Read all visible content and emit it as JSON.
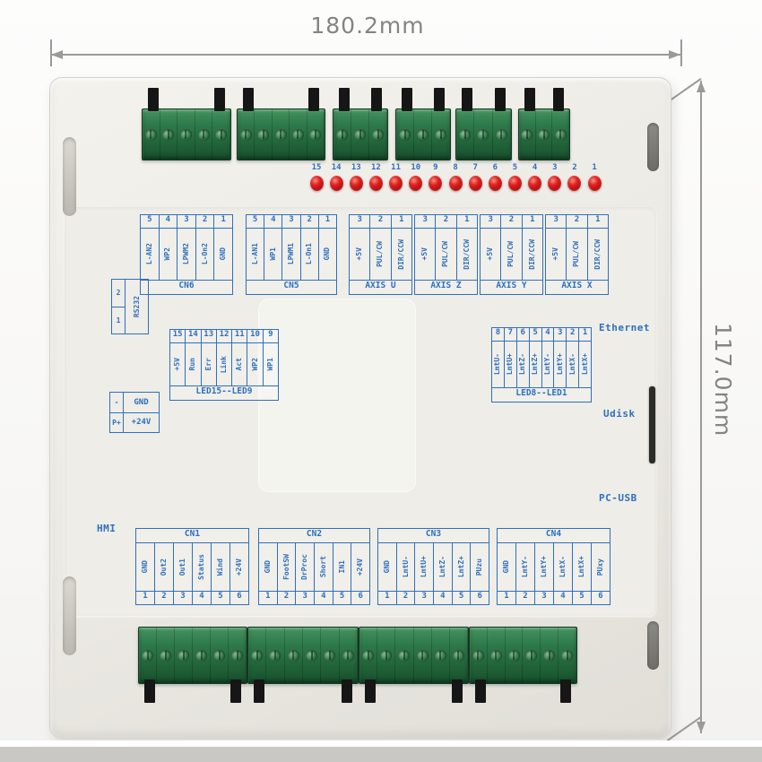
{
  "dimensions": {
    "width": "180.2mm",
    "height": "117.0mm"
  },
  "led_row": {
    "numbers": [
      "15",
      "14",
      "13",
      "12",
      "11",
      "10",
      "9",
      "8",
      "7",
      "6",
      "5",
      "4",
      "3",
      "2",
      "1"
    ]
  },
  "blocks_top": [
    {
      "id": "cn6",
      "name": "CN6",
      "pins": [
        "5",
        "4",
        "3",
        "2",
        "1"
      ],
      "labels": [
        "L-AN2",
        "WP2",
        "LPWM2",
        "L-On2",
        "GND"
      ]
    },
    {
      "id": "cn5",
      "name": "CN5",
      "pins": [
        "5",
        "4",
        "3",
        "2",
        "1"
      ],
      "labels": [
        "L-AN1",
        "WP1",
        "LPWM1",
        "L-On1",
        "GND"
      ]
    },
    {
      "id": "axis-u",
      "name": "AXIS U",
      "pins": [
        "3",
        "2",
        "1"
      ],
      "labels": [
        "+5V",
        "PUL/CW",
        "DIR/CCW"
      ]
    },
    {
      "id": "axis-z",
      "name": "AXIS Z",
      "pins": [
        "3",
        "2",
        "1"
      ],
      "labels": [
        "+5V",
        "PUL/CW",
        "DIR/CCW"
      ]
    },
    {
      "id": "axis-y",
      "name": "AXIS Y",
      "pins": [
        "3",
        "2",
        "1"
      ],
      "labels": [
        "+5V",
        "PUL/CW",
        "DIR/CCW"
      ]
    },
    {
      "id": "axis-x",
      "name": "AXIS X",
      "pins": [
        "3",
        "2",
        "1"
      ],
      "labels": [
        "+5V",
        "PUL/CW",
        "DIR/CCW"
      ]
    }
  ],
  "blocks_mid": [
    {
      "id": "led15-led9",
      "name": "LED15--LED9",
      "pins": [
        "15",
        "14",
        "13",
        "12",
        "11",
        "10",
        "9"
      ],
      "labels": [
        "+5V",
        "Run",
        "Err",
        "Link",
        "Act",
        "WP2",
        "WP1"
      ]
    },
    {
      "id": "led8-led1",
      "name": "LED8--LED1",
      "pins": [
        "8",
        "7",
        "6",
        "5",
        "4",
        "3",
        "2",
        "1"
      ],
      "labels": [
        "LmtU-",
        "LmtU+",
        "LmtZ-",
        "LmtZ+",
        "LmtY-",
        "LmtY+",
        "LmtX-",
        "LmtX+"
      ]
    }
  ],
  "blocks_bottom": [
    {
      "id": "cn1",
      "name": "CN1",
      "pins": [
        "1",
        "2",
        "3",
        "4",
        "5",
        "6"
      ],
      "labels": [
        "GND",
        "Out2",
        "Out1",
        "Status",
        "Wind",
        "+24V"
      ]
    },
    {
      "id": "cn2",
      "name": "CN2",
      "pins": [
        "1",
        "2",
        "3",
        "4",
        "5",
        "6"
      ],
      "labels": [
        "GND",
        "FootSW",
        "DrProc",
        "Short",
        "IN1",
        "+24V"
      ]
    },
    {
      "id": "cn3",
      "name": "CN3",
      "pins": [
        "1",
        "2",
        "3",
        "4",
        "5",
        "6"
      ],
      "labels": [
        "GND",
        "LmtU-",
        "LmtU+",
        "LmtZ-",
        "LmtZ+",
        "PUzu"
      ]
    },
    {
      "id": "cn4",
      "name": "CN4",
      "pins": [
        "1",
        "2",
        "3",
        "4",
        "5",
        "6"
      ],
      "labels": [
        "GND",
        "LmtY-",
        "LmtY+",
        "LmtX-",
        "LmtX+",
        "PUxy"
      ]
    }
  ],
  "left_blocks": {
    "rs232": {
      "label": "RS232",
      "pins": [
        "2",
        "1"
      ]
    },
    "power": {
      "rows": [
        [
          "-",
          "GND"
        ],
        [
          "P+",
          "+24V"
        ]
      ]
    }
  },
  "side_labels": {
    "ethernet": "Ethernet",
    "udisk": "Udisk",
    "pcusb": "PC-USB",
    "hmi": "HMI"
  },
  "connectors": {
    "top_pin_counts": [
      5,
      5,
      3,
      3,
      3,
      3
    ],
    "bottom_pin_counts": [
      6,
      6,
      6,
      6
    ]
  },
  "colors": {
    "silkscreen_blue": "#2f6fbe",
    "connector_green": "#2e7a4a",
    "led_red": "#c62121",
    "case_white": "#ebe9e3",
    "dimension_gray": "#8f8f8f"
  }
}
